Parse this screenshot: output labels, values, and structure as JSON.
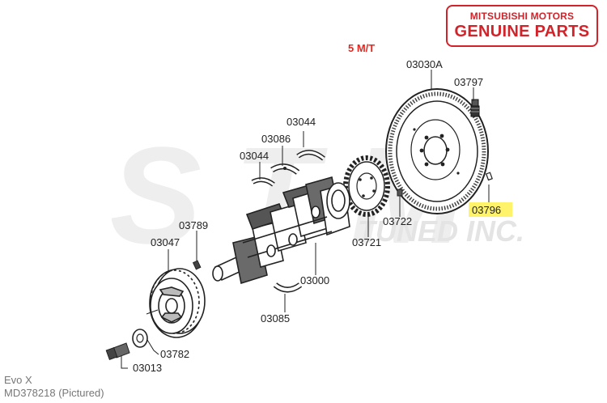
{
  "badge": {
    "line1": "MITSUBISHI MOTORS",
    "line2": "GENUINE PARTS",
    "color": "#d2232a"
  },
  "variant_label": "5 M/T",
  "watermark": {
    "text": "STM",
    "subtext": "TUNED INC.",
    "color": "#e9e9e9"
  },
  "parts": [
    {
      "id": "03030A"
    },
    {
      "id": "03797"
    },
    {
      "id": "03044"
    },
    {
      "id": "03086"
    },
    {
      "id": "03044"
    },
    {
      "id": "03796",
      "highlighted": true
    },
    {
      "id": "03722"
    },
    {
      "id": "03721"
    },
    {
      "id": "03789"
    },
    {
      "id": "03047"
    },
    {
      "id": "03000"
    },
    {
      "id": "03085"
    },
    {
      "id": "03782"
    },
    {
      "id": "03013"
    }
  ],
  "highlight_color": "#fff36b",
  "footer": {
    "model": "Evo X",
    "part_number": "MD378218  (Pictured)"
  }
}
